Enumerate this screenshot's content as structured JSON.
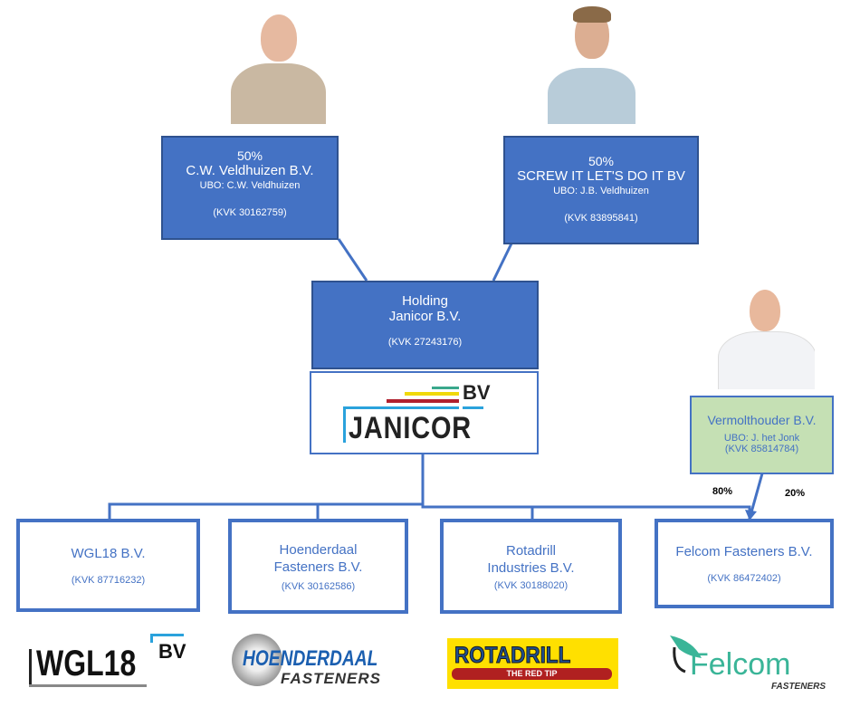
{
  "shareholders": [
    {
      "percent": "50%",
      "name": "C.W. Veldhuizen B.V.",
      "ubo": "UBO: C.W. Veldhuizen",
      "kvk": "(KVK 30162759)"
    },
    {
      "percent": "50%",
      "name": "SCREW IT LET'S DO IT BV",
      "ubo": "UBO: J.B. Veldhuizen",
      "kvk": "(KVK 83895841)"
    }
  ],
  "holding": {
    "line1": "Holding",
    "line2": "Janicor B.V.",
    "kvk": "(KVK 27243176)",
    "logo_text": "JANICOR",
    "logo_suffix": "BV"
  },
  "minority": {
    "name": "Vermolthouder B.V.",
    "ubo": "UBO: J. het Jonk",
    "kvk": "(KVK 85814784)",
    "pct_holding": "80%",
    "pct_minority": "20%"
  },
  "subsidiaries": [
    {
      "line1": "WGL18 B.V.",
      "line2": "",
      "kvk": "(KVK 87716232)"
    },
    {
      "line1": "Hoenderdaal",
      "line2": "Fasteners B.V.",
      "kvk": "(KVK 30162586)"
    },
    {
      "line1": "Rotadrill",
      "line2": "Industries B.V.",
      "kvk": "(KVK 30188020)"
    },
    {
      "line1": "Felcom Fasteners  B.V.",
      "line2": "",
      "kvk": "(KVK 86472402)"
    }
  ],
  "logos": {
    "wgl18": {
      "text": "WGL18",
      "suffix": "BV"
    },
    "hoenderdaal": {
      "text": "HOENDERDAAL",
      "sub": "FASTENERS"
    },
    "rotadrill": {
      "text": "ROTADRILL",
      "sub": "THE RED TIP"
    },
    "felcom": {
      "text": "Felcom",
      "sub": "FASTENERS"
    }
  },
  "colors": {
    "box_blue": "#4472c4",
    "box_border": "#2f528f",
    "green_box": "#c5e0b4"
  }
}
